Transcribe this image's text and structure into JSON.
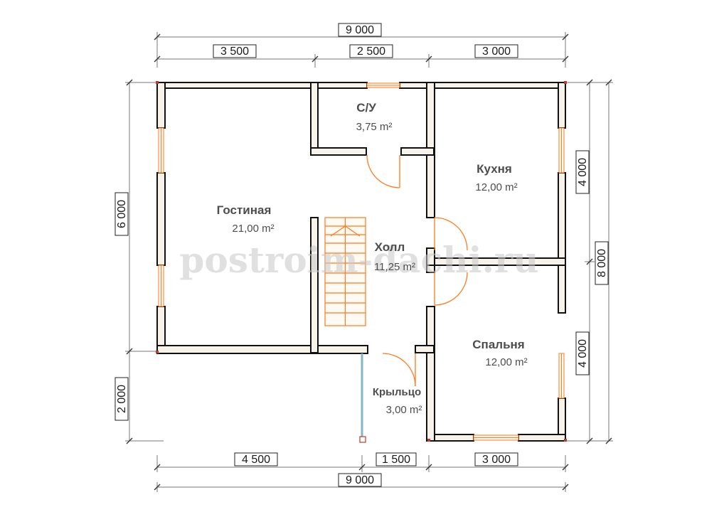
{
  "dimensions": {
    "top_total": "9 000",
    "top_1": "3 500",
    "top_2": "2 500",
    "top_3": "3 000",
    "bottom_1": "4 500",
    "bottom_2": "1 500",
    "bottom_3": "3 000",
    "bottom_total": "9 000",
    "left_house": "6 000",
    "left_porch": "2 000",
    "right_upper": "4 000",
    "right_lower": "4 000",
    "right_total": "8 000"
  },
  "rooms": {
    "living": {
      "name": "Гостиная",
      "area": "21,00 m²"
    },
    "bathroom": {
      "name": "С/У",
      "area": "3,75 m²"
    },
    "kitchen": {
      "name": "Кухня",
      "area": "12,00 m²"
    },
    "hall": {
      "name": "Холл",
      "area": "11,25 m²"
    },
    "bedroom": {
      "name": "Спальня",
      "area": "12,00 m²"
    },
    "porch": {
      "name": "Крыльцо",
      "area": "3,00 m²"
    }
  },
  "watermark": "postroim-dachi.ru",
  "colors": {
    "wall_fill": "#f7f3ea",
    "wall_stroke": "#111111",
    "opening": "#ff7a1a",
    "dim_line": "#777777",
    "porch_rail": "#7fb6c8"
  }
}
